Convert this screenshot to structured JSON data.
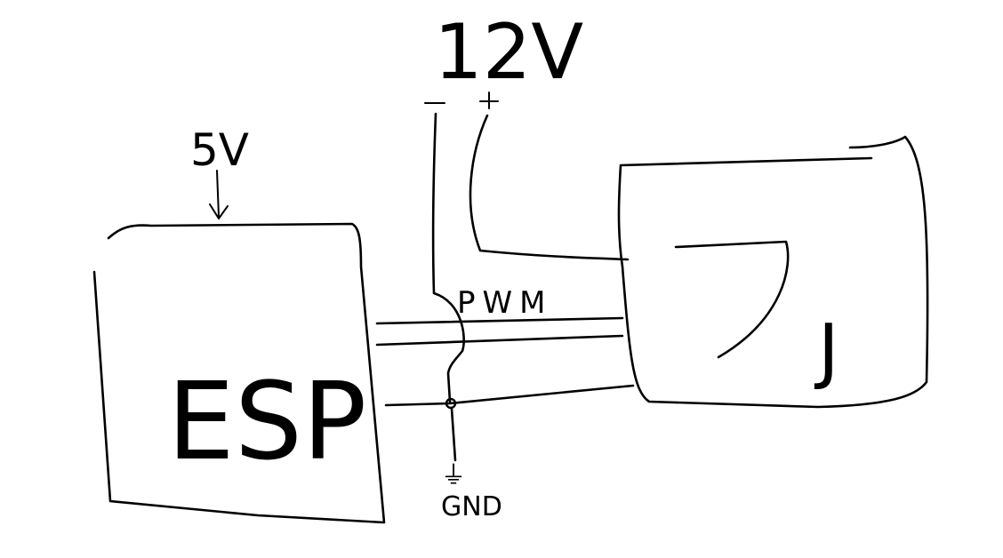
{
  "diagram": {
    "supply_12v": {
      "label": "12V",
      "minus": "−",
      "plus": "+"
    },
    "supply_5v": {
      "label": "5V"
    },
    "esp": {
      "label": "ESP"
    },
    "driver_box": {
      "label": "J"
    },
    "pwm": {
      "label": "PWM"
    },
    "ground": {
      "label": "GND",
      "symbol": "⏚"
    },
    "colors": {
      "ink": "#000000",
      "paper": "#ffffff"
    }
  }
}
